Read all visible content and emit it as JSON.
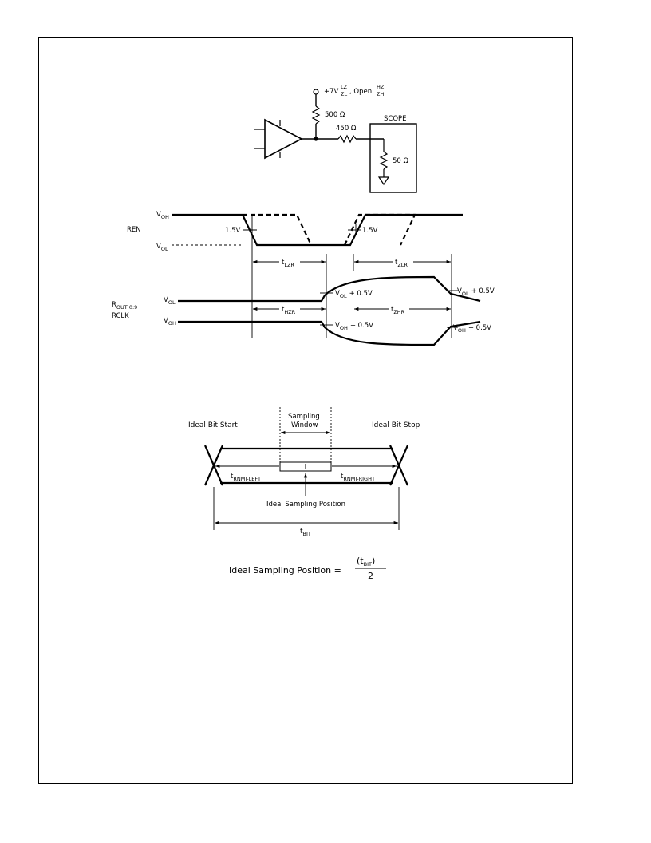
{
  "circuit": {
    "supply_label": "+7V",
    "lz_label": "LZ",
    "zl_label": "ZL",
    "open_label": ", Open",
    "hz_label": "HZ",
    "zh_label": "ZH",
    "r_pullup": "500 Ω",
    "r_series": "450 Ω",
    "scope_label": "SCOPE",
    "r_scope": "50 Ω"
  },
  "timing": {
    "voh_main": "V",
    "voh_sub": "OH",
    "vol_main": "V",
    "vol_sub": "OL",
    "ren_label": "REN",
    "rout_main": "R",
    "rout_sub": "OUT 0:9",
    "rclk_label": "RCLK",
    "v15_left": "1.5V",
    "v15_right": "1.5V",
    "t_main": "t",
    "tlzr_sub": "LZR",
    "tzlr_sub": "ZLR",
    "thzr_sub": "HZR",
    "tzhr_sub": "ZHR",
    "vol_plus": "+ 0.5V",
    "voh_minus": "− 0.5V"
  },
  "sampling": {
    "bit_start": "Ideal Bit Start",
    "bit_stop": "Ideal Bit Stop",
    "window_line1": "Sampling",
    "window_line2": "Window",
    "rnmi_left_sub": "RNMI-LEFT",
    "rnmi_right_sub": "RNMI-RIGHT",
    "ideal_pos": "Ideal Sampling Position",
    "tbit_sub": "BIT",
    "formula_lhs": "Ideal Sampling Position  =",
    "formula_num_open": "(t",
    "formula_num_close": ")",
    "formula_den": "2"
  }
}
